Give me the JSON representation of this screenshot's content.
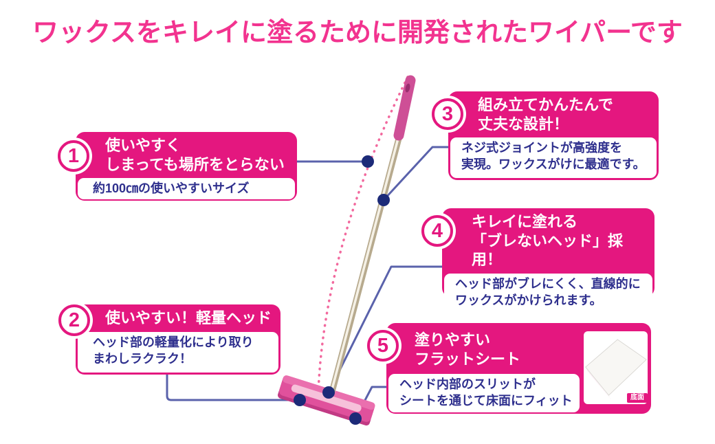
{
  "title": "ワックスをキレイに塗るために開発されたワイパーです",
  "colors": {
    "title_pink": "#f2338f",
    "callout_pink": "#e4177f",
    "text_navy": "#2e2f8d",
    "connector_blue": "#5a62ab",
    "dot_navy": "#1c2a78",
    "arc_pink": "#f2699e"
  },
  "product": {
    "illustration": "pink-flat-wax-wiper-mop",
    "swing_arc": "dotted pink arc showing handle swing range"
  },
  "callouts": [
    {
      "number": "1",
      "heading": "使いやすく\nしまっても場所をとらない",
      "body": "約100㎝の使いやすいサイズ"
    },
    {
      "number": "2",
      "heading": "使いやすい！軽量ヘッド",
      "body": "ヘッド部の軽量化により取り\nまわしラクラク！"
    },
    {
      "number": "3",
      "heading": "組み立てかんたんで\n丈夫な設計！",
      "body": "ネジ式ジョイントが高強度を\n実現。ワックスがけに最適です。"
    },
    {
      "number": "4",
      "heading": "キレイに塗れる\n「ブレないヘッド」採用！",
      "body": "ヘッド部がブレにくく、直線的に\nワックスがかけられます。"
    },
    {
      "number": "5",
      "heading": "塗りやすい\nフラットシート",
      "body": "ヘッド内部のスリットが\nシートを通じて床面にフィット",
      "image_label": "底面"
    }
  ]
}
